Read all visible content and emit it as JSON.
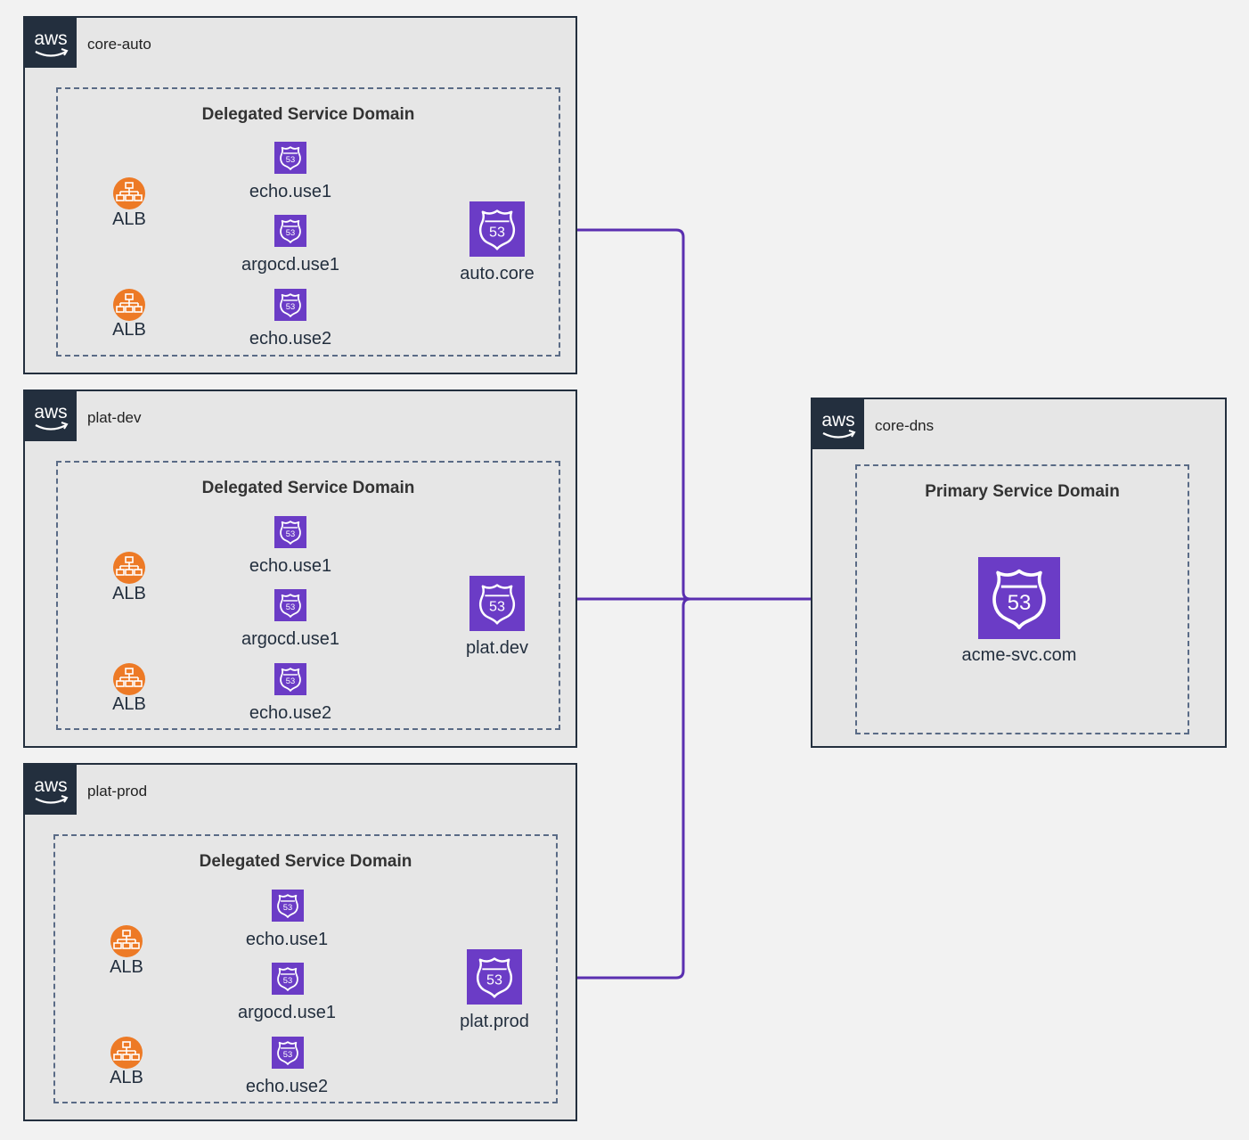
{
  "accounts": [
    {
      "name": "core-auto",
      "domain_title": "Delegated Service Domain",
      "zone": "auto.core",
      "records": [
        "echo.use1",
        "argocd.use1",
        "echo.use2"
      ],
      "albs": [
        "ALB",
        "ALB"
      ]
    },
    {
      "name": "plat-dev",
      "domain_title": "Delegated Service Domain",
      "zone": "plat.dev",
      "records": [
        "echo.use1",
        "argocd.use1",
        "echo.use2"
      ],
      "albs": [
        "ALB",
        "ALB"
      ]
    },
    {
      "name": "plat-prod",
      "domain_title": "Delegated Service Domain",
      "zone": "plat.prod",
      "records": [
        "echo.use1",
        "argocd.use1",
        "echo.use2"
      ],
      "albs": [
        "ALB",
        "ALB"
      ]
    }
  ],
  "primary": {
    "name": "core-dns",
    "domain_title": "Primary Service Domain",
    "zone": "acme-svc.com"
  },
  "aws_logo_text": "aws",
  "route53_glyph": "53",
  "colors": {
    "route53": "#6b3cc6",
    "alb": "#ed7a26",
    "arrow": "#5a2fb0",
    "account_border": "#232f3e"
  },
  "icons": {
    "aws": "aws-logo-icon",
    "route53": "route53-icon",
    "alb": "alb-icon"
  }
}
